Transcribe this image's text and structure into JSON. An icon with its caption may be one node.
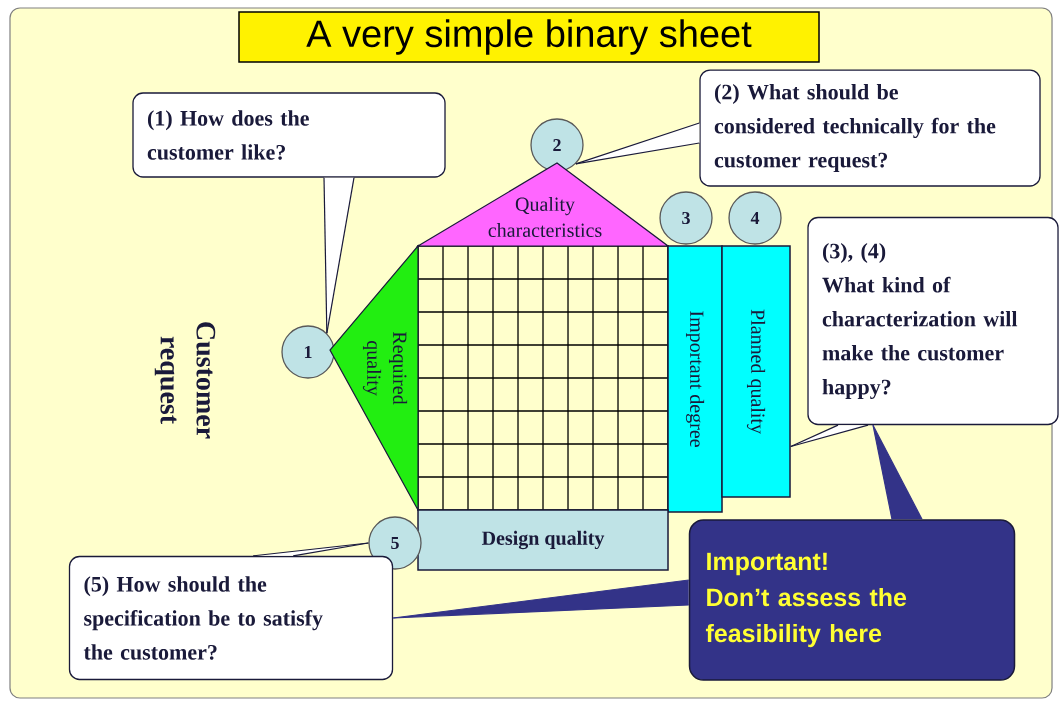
{
  "diagram": {
    "title": "A very simple binary sheet",
    "nodes": [
      {
        "text": [
          "(1) How does the customer like?"
        ]
      },
      {
        "text": [
          "(2) What should be considered technically for the customer request?"
        ]
      },
      {
        "text": [
          "2"
        ]
      },
      {
        "text": [
          "Quality characteristics"
        ]
      },
      {
        "text": [
          "3"
        ]
      },
      {
        "text": [
          "4"
        ]
      },
      {
        "text": [
          "(3), (4)",
          "What kind of characterization will make the customer happy?"
        ]
      },
      {
        "text": [
          "1"
        ]
      },
      {
        "text": [
          "Required quality"
        ]
      },
      {
        "text": [
          "Important degree"
        ]
      },
      {
        "text": [
          "Planned quality"
        ]
      },
      {
        "text": [
          "Design quality"
        ]
      },
      {
        "text": [
          "5"
        ]
      },
      {
        "text": [
          "(5) How should the specification be to satisfy the customer?"
        ]
      },
      {
        "text": [
          "Important!",
          "Don’t assess the feasibility here"
        ]
      }
    ],
    "edges": [
      {
        "from": 0,
        "to": 7,
        "arrow": "none"
      },
      {
        "from": 1,
        "to": 2,
        "arrow": "none"
      },
      {
        "from": 6,
        "to": 10,
        "arrow": "none"
      },
      {
        "from": 13,
        "to": 12,
        "arrow": "none"
      },
      {
        "from": 14,
        "to": 6,
        "arrow": "none",
        "color": "#333388"
      },
      {
        "from": 14,
        "to": 13,
        "arrow": "none",
        "color": "#333388"
      }
    ],
    "labels": [
      "Customer request"
    ]
  }
}
